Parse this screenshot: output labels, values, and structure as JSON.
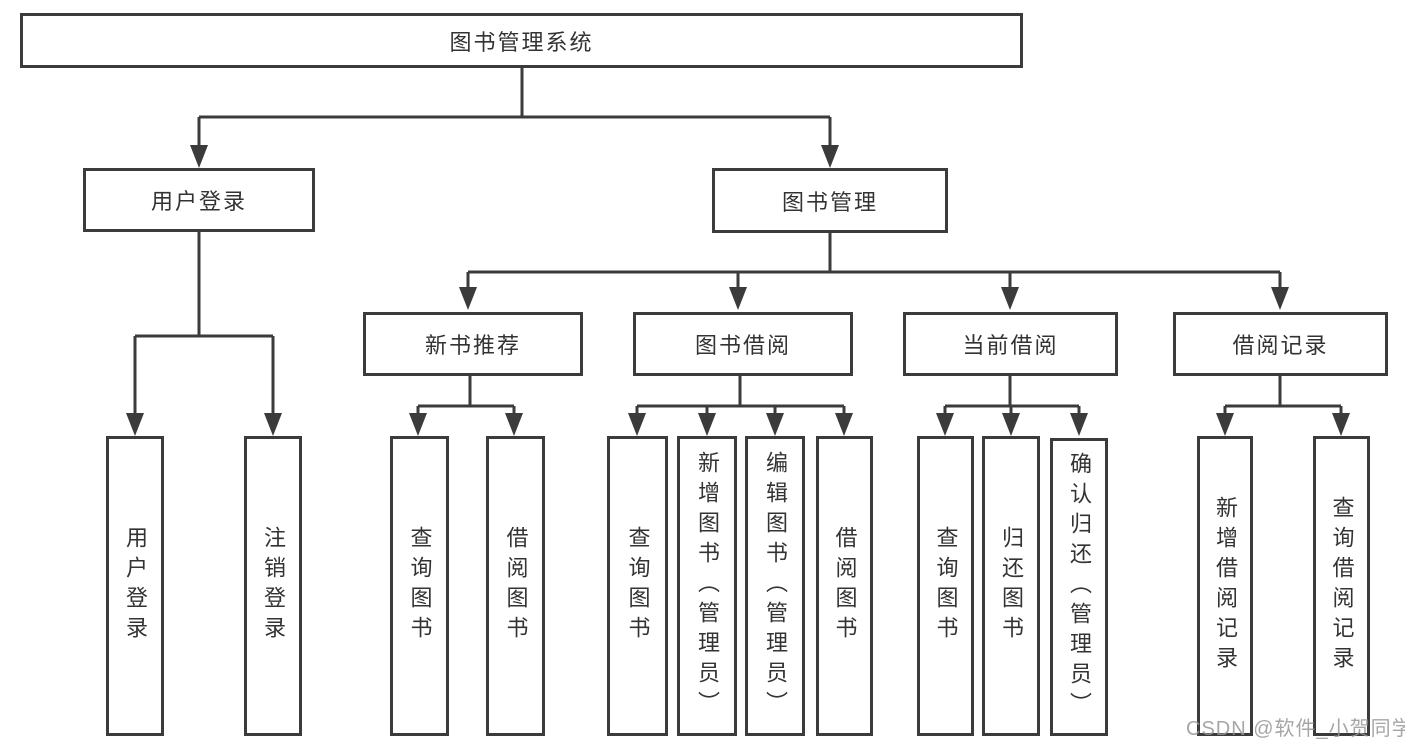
{
  "diagram": {
    "root": {
      "label": "图书管理系统"
    },
    "branches": [
      {
        "label": "用户登录",
        "children": [
          {
            "label": "用户登录"
          },
          {
            "label": "注销登录"
          }
        ]
      },
      {
        "label": "图书管理",
        "children": [
          {
            "label": "新书推荐",
            "children": [
              {
                "label": "查询图书"
              },
              {
                "label": "借阅图书"
              }
            ]
          },
          {
            "label": "图书借阅",
            "children": [
              {
                "label": "查询图书"
              },
              {
                "label": "新增图书（管理员）"
              },
              {
                "label": "编辑图书（管理员）"
              },
              {
                "label": "借阅图书"
              }
            ]
          },
          {
            "label": "当前借阅",
            "children": [
              {
                "label": "查询图书"
              },
              {
                "label": "归还图书"
              },
              {
                "label": "确认归还（管理员）"
              }
            ]
          },
          {
            "label": "借阅记录",
            "children": [
              {
                "label": "新增借阅记录"
              },
              {
                "label": "查询借阅记录"
              }
            ]
          }
        ]
      }
    ]
  },
  "watermark": {
    "text": "CSDN @软件_小贺同学"
  },
  "colors": {
    "line": "#3b3b3b",
    "text": "#333333",
    "background": "#ffffff",
    "watermark": "#969696"
  }
}
